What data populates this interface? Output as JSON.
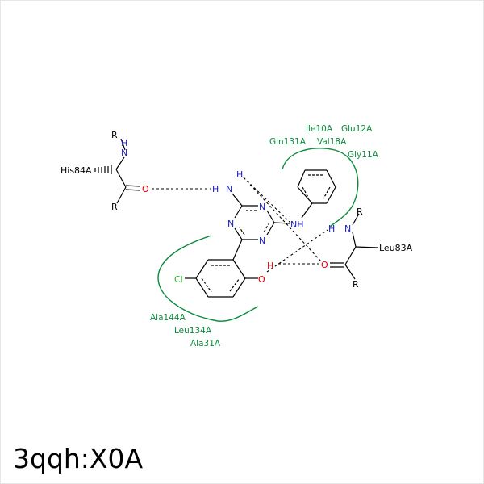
{
  "caption": "3qqh:X0A",
  "colors": {
    "carbon": "#000000",
    "nitrogen": "#1a1acc",
    "oxygen": "#dd0000",
    "chlorine": "#22bb22",
    "residue": "#0a8c3c"
  },
  "residues": {
    "ile10": "Ile10A",
    "glu12": "Glu12A",
    "gln131": "Gln131A",
    "val18": "Val18A",
    "gly11": "Gly11A",
    "ala144": "Ala144A",
    "leu134": "Leu134A",
    "ala31": "Ala31A",
    "his84": "His84A",
    "leu83": "Leu83A"
  },
  "atoms": {
    "r_his_top": "R",
    "n_his": "N",
    "h_his": "H",
    "o_his": "O",
    "r_his_bottom": "R",
    "h_amine": "H",
    "h_n_amine": "H",
    "n_amine": "N",
    "n_ring_1": "N",
    "n_ring_2": "N",
    "n_ring_3": "N",
    "nh_link": "NH",
    "cl": "Cl",
    "o_phenol": "O",
    "h_phenol": "H",
    "r_leu_top": "R",
    "h_leu": "H",
    "n_leu": "N",
    "o_leu": "O",
    "r_leu_bottom": "R"
  }
}
